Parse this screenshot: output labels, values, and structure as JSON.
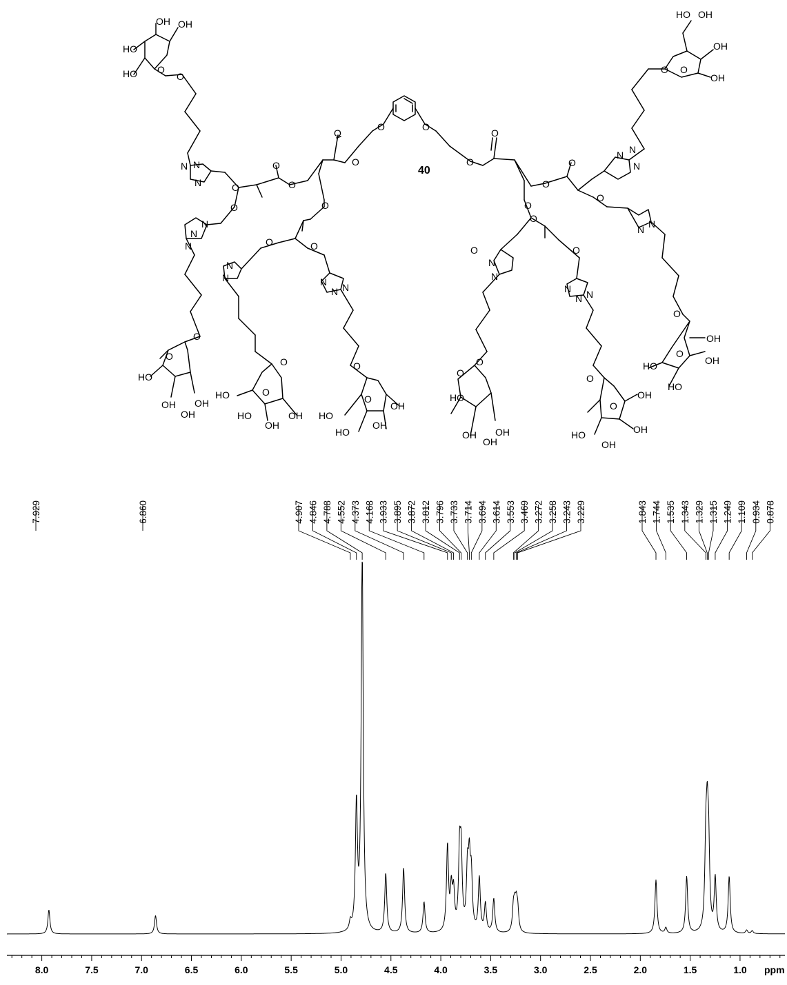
{
  "molecule": {
    "compound_number": "40",
    "atom_labels": [
      "O",
      "N",
      "OH",
      "HO"
    ]
  },
  "chart_data": {
    "type": "line",
    "xlabel": "ppm",
    "xlim": [
      8.35,
      0.55
    ],
    "x_reversed": true,
    "x_ticks": [
      "8.0",
      "7.5",
      "7.0",
      "6.5",
      "6.0",
      "5.5",
      "5.0",
      "4.5",
      "4.0",
      "3.5",
      "3.0",
      "2.5",
      "2.0",
      "1.5",
      "1.0"
    ],
    "peak_labels": [
      "7.929",
      "6.860",
      "4.907",
      "4.846",
      "4.788",
      "4.552",
      "4.373",
      "4.168",
      "3.933",
      "3.895",
      "3.872",
      "3.812",
      "3.796",
      "3.733",
      "3.714",
      "3.694",
      "3.614",
      "3.553",
      "3.469",
      "3.272",
      "3.258",
      "3.243",
      "3.229",
      "1.843",
      "1.744",
      "1.535",
      "1.343",
      "1.329",
      "1.315",
      "1.249",
      "1.109",
      "0.934",
      "0.878"
    ],
    "series": [
      {
        "peaks": [
          {
            "x": 7.929,
            "height": 0.085
          },
          {
            "x": 6.86,
            "height": 0.065
          },
          {
            "x": 4.907,
            "height": 0.03
          },
          {
            "x": 4.846,
            "height": 0.44
          },
          {
            "x": 4.788,
            "height": 1.35
          },
          {
            "x": 4.552,
            "height": 0.21
          },
          {
            "x": 4.373,
            "height": 0.23
          },
          {
            "x": 4.168,
            "height": 0.11
          },
          {
            "x": 3.933,
            "height": 0.3
          },
          {
            "x": 3.895,
            "height": 0.14
          },
          {
            "x": 3.872,
            "height": 0.13
          },
          {
            "x": 3.812,
            "height": 0.26
          },
          {
            "x": 3.796,
            "height": 0.25
          },
          {
            "x": 3.733,
            "height": 0.2
          },
          {
            "x": 3.714,
            "height": 0.22
          },
          {
            "x": 3.694,
            "height": 0.18
          },
          {
            "x": 3.614,
            "height": 0.19
          },
          {
            "x": 3.553,
            "height": 0.1
          },
          {
            "x": 3.469,
            "height": 0.12
          },
          {
            "x": 3.272,
            "height": 0.08
          },
          {
            "x": 3.258,
            "height": 0.07
          },
          {
            "x": 3.243,
            "height": 0.08
          },
          {
            "x": 3.229,
            "height": 0.07
          },
          {
            "x": 1.843,
            "height": 0.19
          },
          {
            "x": 1.744,
            "height": 0.02
          },
          {
            "x": 1.535,
            "height": 0.2
          },
          {
            "x": 1.343,
            "height": 0.27
          },
          {
            "x": 1.329,
            "height": 0.31
          },
          {
            "x": 1.315,
            "height": 0.26
          },
          {
            "x": 1.249,
            "height": 0.19
          },
          {
            "x": 1.109,
            "height": 0.2
          },
          {
            "x": 0.934,
            "height": 0.012
          },
          {
            "x": 0.878,
            "height": 0.01
          }
        ]
      }
    ]
  }
}
